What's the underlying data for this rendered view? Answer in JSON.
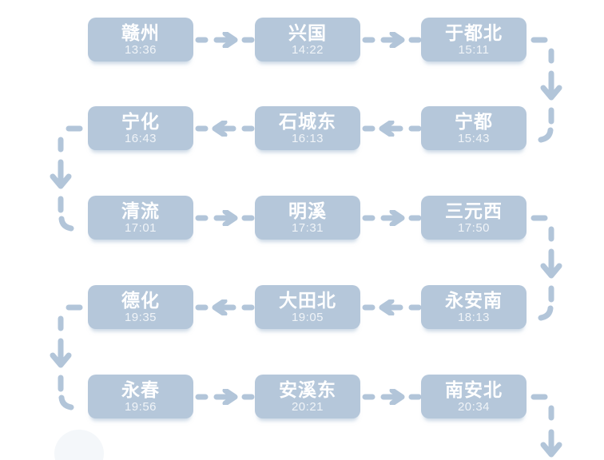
{
  "diagram": {
    "type": "train-route-stop-sequence",
    "colors": {
      "box": "#b5c7da",
      "arrow": "#b2c5d9",
      "name_text": "#ffffff",
      "time_text": "rgba(255,255,255,0.8)"
    },
    "rows": [
      {
        "direction": "right",
        "stations": [
          {
            "name": "赣州",
            "time": "13:36"
          },
          {
            "name": "兴国",
            "time": "14:22"
          },
          {
            "name": "于都北",
            "time": "15:11"
          }
        ]
      },
      {
        "direction": "left",
        "stations": [
          {
            "name": "宁化",
            "time": "16:43"
          },
          {
            "name": "石城东",
            "time": "16:13"
          },
          {
            "name": "宁都",
            "time": "15:43"
          }
        ]
      },
      {
        "direction": "right",
        "stations": [
          {
            "name": "清流",
            "time": "17:01"
          },
          {
            "name": "明溪",
            "time": "17:31"
          },
          {
            "name": "三元西",
            "time": "17:50"
          }
        ]
      },
      {
        "direction": "left",
        "stations": [
          {
            "name": "德化",
            "time": "19:35"
          },
          {
            "name": "大田北",
            "time": "19:05"
          },
          {
            "name": "永安南",
            "time": "18:13"
          }
        ]
      },
      {
        "direction": "right",
        "stations": [
          {
            "name": "永春",
            "time": "19:56"
          },
          {
            "name": "安溪东",
            "time": "20:21"
          },
          {
            "name": "南安北",
            "time": "20:34"
          }
        ]
      }
    ]
  }
}
